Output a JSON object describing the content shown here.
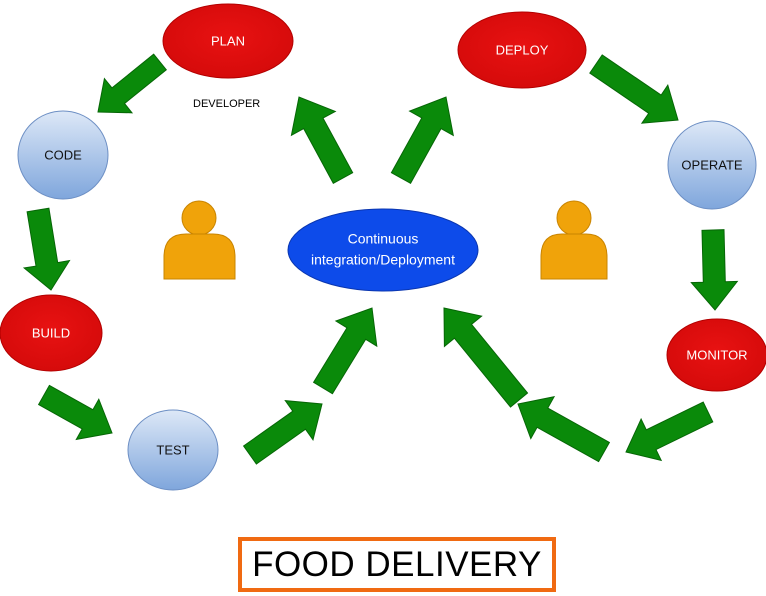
{
  "nodes": {
    "plan": "PLAN",
    "deploy": "DEPLOY",
    "code": "CODE",
    "operate": "OPERATE",
    "build": "BUILD",
    "monitor": "MONITOR",
    "test": "TEST",
    "center_line1": "Continuous",
    "center_line2": "integration/Deployment"
  },
  "developer_label": "DEVELOPER",
  "title": "FOOD DELIVERY",
  "colors": {
    "red_node": "#e10e0e",
    "blue_node": "#b0c8ec",
    "center_node": "#0d4bea",
    "arrow": "#0a8a0a",
    "person": "#f0a30a",
    "title_border": "#f06a12"
  },
  "icons": [
    "person-icon",
    "person-icon",
    "arrow-icon"
  ]
}
